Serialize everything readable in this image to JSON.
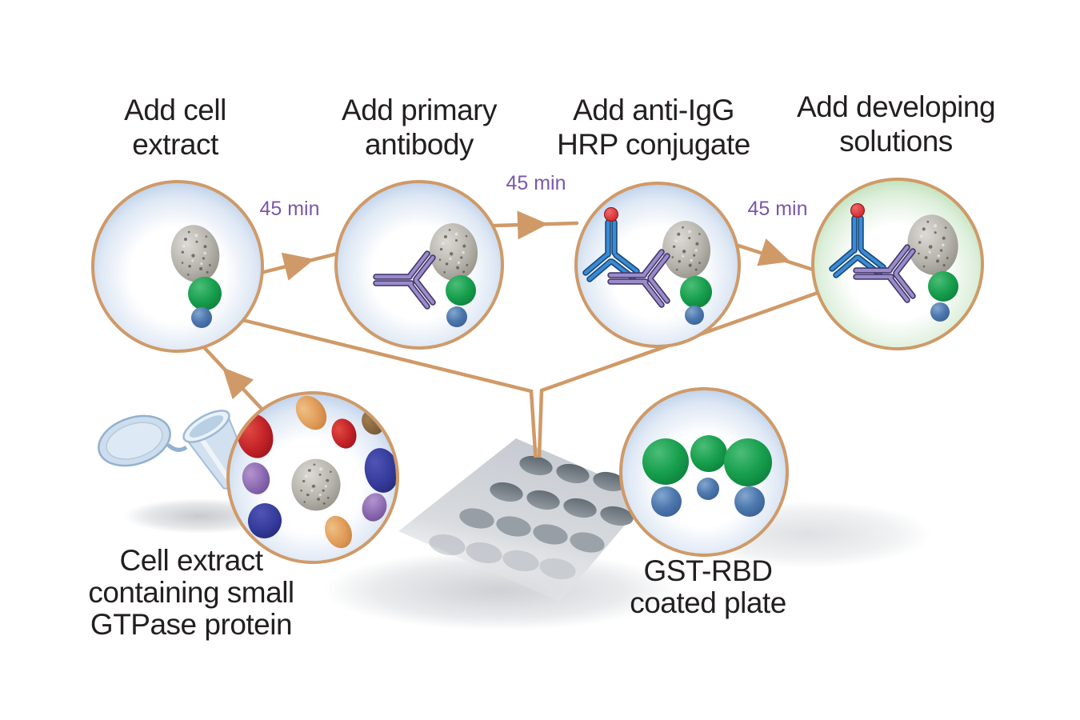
{
  "figure": {
    "kind": "assay-workflow-diagram",
    "background": "#ffffff"
  },
  "colors": {
    "connector_tan": "#cf9a68",
    "time_text_purple": "#7a58a8",
    "label_text": "#231f20",
    "step_circle_rim_blue": "#a6c1e4",
    "final_circle_rim_green": "#abd7a5",
    "gtpase_sphere_green": "#18a04e",
    "nucleotide_sphere_blue": "#4c77ad",
    "hrp_dot_red": "#cf2128",
    "primary_antibody_purple": "#9a8cc8",
    "secondary_antibody_blue": "#3b8bd3"
  },
  "icons": {
    "stone": "gtpase-protein-stone-icon",
    "green_sphere": "rbd-binding-sphere-icon",
    "blue_sphere": "gtp-sphere-icon",
    "purple_antibody": "primary-antibody-icon",
    "blue_antibody": "anti-igg-hrp-antibody-icon",
    "red_dot": "hrp-enzyme-icon",
    "tube": "microcentrifuge-tube-icon",
    "plate": "multiwell-plate-icon"
  },
  "steps": [
    {
      "line1": "Add cell",
      "line2": "extract"
    },
    {
      "line1": "Add primary",
      "line2": "antibody"
    },
    {
      "line1": "Add anti-IgG",
      "line2": "HRP conjugate"
    },
    {
      "line1": "Add developing",
      "line2": "solutions"
    }
  ],
  "arrows": [
    {
      "label": "45 min"
    },
    {
      "label": "45 min"
    },
    {
      "label": "45 min"
    }
  ],
  "captions": {
    "extract": {
      "line1": "Cell extract",
      "line2": "containing small",
      "line3": "GTPase protein"
    },
    "plate": {
      "line1": "GST-RBD",
      "line2": "coated plate"
    }
  }
}
